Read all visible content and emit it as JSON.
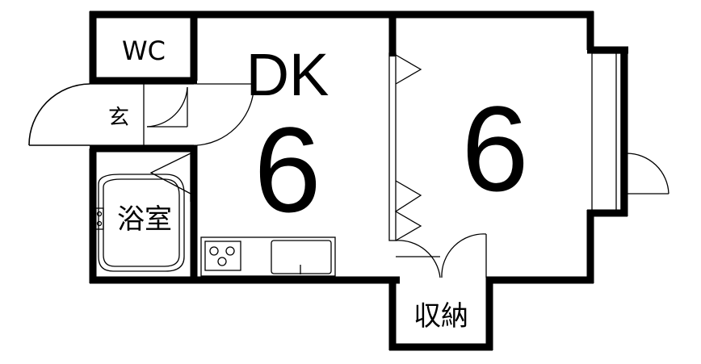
{
  "floor_plan": {
    "rooms": {
      "wc": {
        "label": "WC"
      },
      "entrance": {
        "label": "玄"
      },
      "bath": {
        "label": "浴室"
      },
      "dining_kitchen": {
        "label": "DK",
        "size": "6"
      },
      "western_room": {
        "size": "6"
      },
      "storage": {
        "label": "収納"
      }
    }
  }
}
